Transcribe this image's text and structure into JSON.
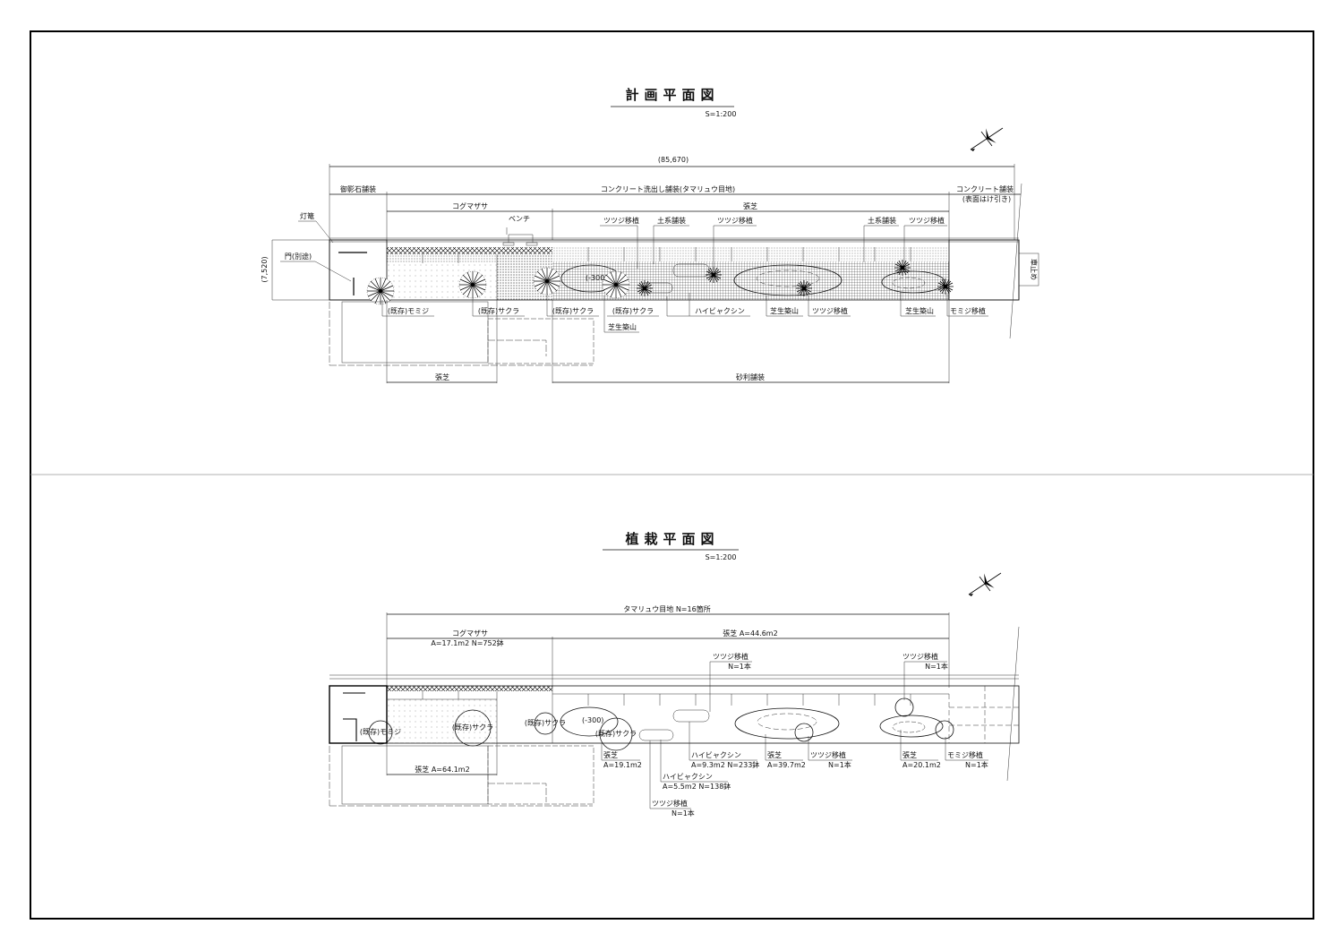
{
  "plan": {
    "title": "計画平面図",
    "scale": "S=1:200",
    "dim_total": "(85,670)",
    "dim_width": "(7,520)",
    "top_labels": {
      "granite": "御影石舗装",
      "concrete_wash": "コンクリート洗出し舗装(タマリュウ目地)",
      "concrete": "コンクリート舗装",
      "concrete_note": "(表面はけ引き)",
      "koguma": "コグマザサ",
      "turf": "張芝",
      "lantern": "灯篭",
      "gate": "門(別途)",
      "bench": "ベンチ",
      "azalea1": "ツツジ移植",
      "soil1": "土系舗装",
      "azalea2": "ツツジ移植",
      "soil2": "土系舗装",
      "azalea3": "ツツジ移植",
      "bollard": "車止め"
    },
    "bottom_labels": {
      "maple_existing": "(既存)モミジ",
      "cherry1": "(既存)サクラ",
      "cherry2": "(既存)サクラ",
      "cherry3": "(既存)サクラ",
      "mound1": "芝生築山",
      "juniper": "ハイビャクシン",
      "mound2": "芝生築山",
      "azalea": "ツツジ移植",
      "mound3": "芝生築山",
      "maple_move": "モミジ移植",
      "turf": "張芝",
      "gravel": "砂利舗装"
    },
    "mound_level": "(-300)"
  },
  "planting": {
    "title": "植栽平面図",
    "scale": "S=1:200",
    "tamaryu": "タマリュウ目地 N=16箇所",
    "koguma": "コグマザサ",
    "koguma_qty": "A=17.1m2 N=752鉢",
    "turf_main": "張芝 A=44.6m2",
    "azalea_top1": "ツツジ移植",
    "azalea_top1_n": "N=1本",
    "azalea_top2": "ツツジ移植",
    "azalea_top2_n": "N=1本",
    "circle_maple": "(既存)モミジ",
    "circle_cherry": "(既存)サクラ",
    "mound_level": "(-300)",
    "turf_left": "張芝 A=64.1m2",
    "turf1": "張芝",
    "turf1_a": "A=19.1m2",
    "juniper1": "ハイビャクシン",
    "juniper1_q": "A=9.3m2 N=233鉢",
    "turf2": "張芝",
    "turf2_a": "A=39.7m2",
    "azalea_b": "ツツジ移植",
    "azalea_b_n": "N=1本",
    "turf3": "張芝",
    "turf3_a": "A=20.1m2",
    "maple_move": "モミジ移植",
    "maple_move_n": "N=1本",
    "juniper2": "ハイビャクシン",
    "juniper2_q": "A=5.5m2 N=138鉢",
    "azalea_c": "ツツジ移植",
    "azalea_c_n": "N=1本"
  }
}
